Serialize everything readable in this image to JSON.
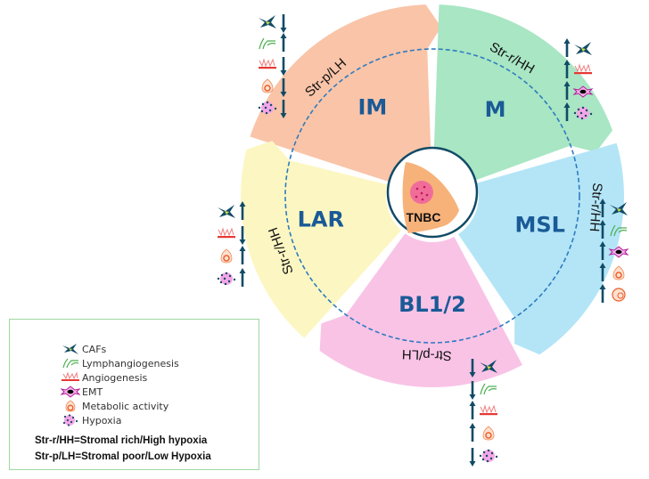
{
  "center": {
    "label": "TNBC"
  },
  "colors": {
    "IM": "#f9c4a8",
    "M": "#a8e6c4",
    "MSL": "#b3e5f7",
    "BL1/2": "#f9c3e6",
    "LAR": "#fcf7c2",
    "subtype_text": "#1a5a96",
    "arrow": "#114b66",
    "dashed_ring": "#2e7bbf",
    "legend_border": "#9fd8a2"
  },
  "subtypes": [
    {
      "name": "IM",
      "profile": "Str-p/LH",
      "markers": [
        {
          "icon": "CAFs",
          "direction": "down"
        },
        {
          "icon": "Lymphangiogenesis",
          "direction": "up"
        },
        {
          "icon": "Angiogenesis",
          "direction": "down"
        },
        {
          "icon": "Metabolic activity",
          "direction": "down"
        },
        {
          "icon": "Hypoxia",
          "direction": "down"
        }
      ]
    },
    {
      "name": "M",
      "profile": "Str-r/HH",
      "markers": [
        {
          "icon": "CAFs",
          "direction": "up"
        },
        {
          "icon": "Angiogenesis",
          "direction": "up"
        },
        {
          "icon": "EMT",
          "direction": "up"
        },
        {
          "icon": "Hypoxia",
          "direction": "up"
        }
      ]
    },
    {
      "name": "MSL",
      "profile": "Str-r/HH",
      "markers": [
        {
          "icon": "CAFs",
          "direction": "up"
        },
        {
          "icon": "Lymphangiogenesis",
          "direction": "up"
        },
        {
          "icon": "EMT",
          "direction": "up"
        },
        {
          "icon": "Metabolic activity",
          "direction": "up"
        },
        {
          "icon": "Cell",
          "direction": "up"
        }
      ]
    },
    {
      "name": "BL1/2",
      "profile": "Str-p/LH",
      "markers": [
        {
          "icon": "CAFs",
          "direction": "down"
        },
        {
          "icon": "Lymphangiogenesis",
          "direction": "down"
        },
        {
          "icon": "Angiogenesis",
          "direction": "up"
        },
        {
          "icon": "Metabolic activity",
          "direction": "up"
        },
        {
          "icon": "Hypoxia",
          "direction": "down"
        }
      ]
    },
    {
      "name": "LAR",
      "profile": "Str-r/HH",
      "markers": [
        {
          "icon": "CAFs",
          "direction": "up"
        },
        {
          "icon": "Angiogenesis",
          "direction": "down"
        },
        {
          "icon": "Metabolic activity",
          "direction": "up"
        },
        {
          "icon": "Hypoxia",
          "direction": "up"
        }
      ]
    }
  ],
  "legend": {
    "items": [
      {
        "icon": "CAFs",
        "label": "CAFs"
      },
      {
        "icon": "Lymphangiogenesis",
        "label": "Lymphangiogenesis"
      },
      {
        "icon": "Angiogenesis",
        "label": "Angiogenesis"
      },
      {
        "icon": "EMT",
        "label": "EMT"
      },
      {
        "icon": "Metabolic activity",
        "label": "Metabolic activity"
      },
      {
        "icon": "Hypoxia",
        "label": "Hypoxia"
      }
    ],
    "definitions": [
      "Str-r/HH=Stromal rich/High hypoxia",
      "Str-p/LH=Stromal poor/Low Hypoxia"
    ]
  }
}
